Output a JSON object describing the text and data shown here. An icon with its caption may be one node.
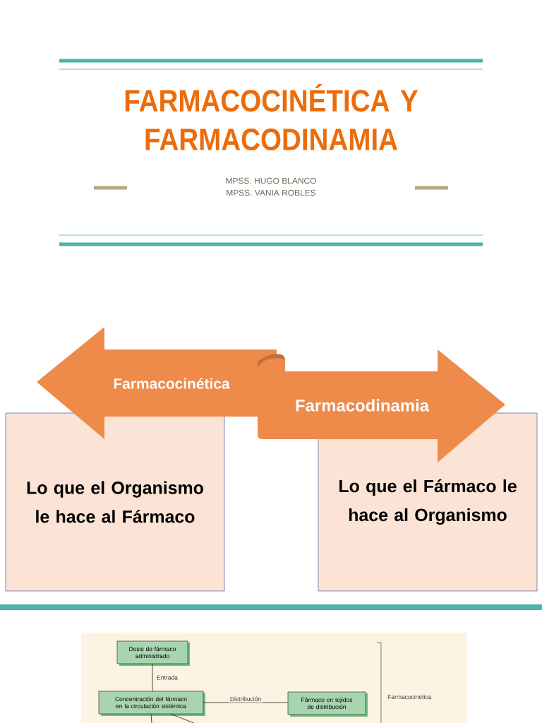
{
  "diagram": {
    "title": "FARMACOCINÉTICA Y FARMACODINAMIA",
    "nodes": [
      {
        "text": [
          "Farmacocinética"
        ]
      },
      {
        "text": [
          "Farmacodinamia"
        ]
      },
      {
        "text": [
          "Lo que el Organismo le hace al Fármaco"
        ]
      },
      {
        "text": [
          "Lo que el Fármaco le hace al Organismo"
        ]
      },
      {
        "text": [
          "Dosis de fármaco administrado"
        ]
      },
      {
        "text": [
          "Concentración del fármaco en la circulación sistémica"
        ]
      },
      {
        "text": [
          "Fármaco en tejidos de distribución"
        ]
      }
    ],
    "edges": [
      {
        "from": 4,
        "to": 5,
        "arrow": "none",
        "label": "Entrada"
      },
      {
        "from": 5,
        "to": 6,
        "arrow": "none",
        "label": "Distribución"
      },
      {
        "from": 5,
        "to": null,
        "arrow": "none"
      },
      {
        "from": 5,
        "to": null,
        "arrow": "none"
      }
    ],
    "labels": [
      "MPSS. HUGO BLANCO",
      "MPSS. VANIA ROBLES",
      "Farmacocinética"
    ]
  }
}
